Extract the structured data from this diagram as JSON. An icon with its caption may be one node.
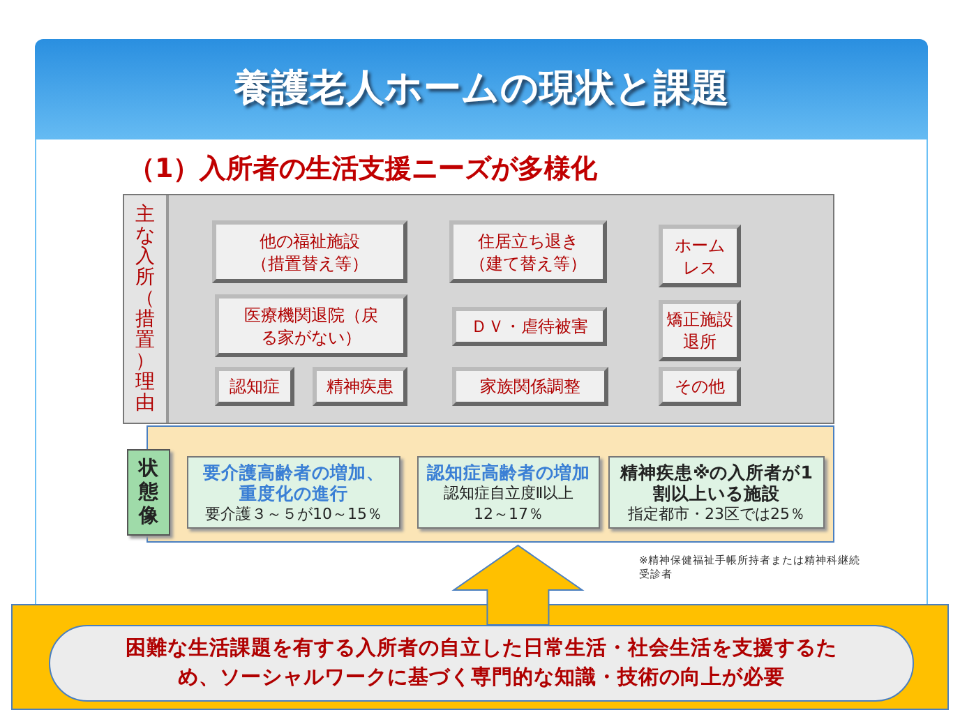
{
  "diagram": {
    "title": "養護老人ホームの現状と課題",
    "nodes": [
      {
        "text": [
          "主な入所（措置）理由"
        ]
      },
      {
        "text": [
          "他の福祉施設（措置替え等）"
        ],
        "in": 0
      },
      {
        "text": [
          "住居立ち退き（建て替え等）"
        ],
        "in": 0
      },
      {
        "text": [
          "ホームレス"
        ],
        "in": 0
      },
      {
        "text": [
          "医療機関退院（戻る家がない）"
        ],
        "in": 0
      },
      {
        "text": [
          "ＤＶ・虐待被害"
        ],
        "in": 0
      },
      {
        "text": [
          "矯正施設退所"
        ],
        "in": 0
      },
      {
        "text": [
          "認知症"
        ],
        "in": 0
      },
      {
        "text": [
          "精神疾患"
        ],
        "in": 0
      },
      {
        "text": [
          "家族関係調整"
        ],
        "in": 0
      },
      {
        "text": [
          "その他"
        ],
        "in": 0
      },
      {
        "text": [
          "状態像"
        ]
      },
      {
        "text": [
          "要介護高齢者の増加、重度化の進行",
          "要介護３～５が10～15％"
        ],
        "in": 11
      },
      {
        "text": [
          "認知症高齢者の増加",
          "認知症自立度Ⅱ以上12～17％"
        ],
        "in": 11
      },
      {
        "text": [
          "**精神疾患**※の入所者が1割以上いる施設",
          "指定都市・23区では25％"
        ],
        "in": 11
      },
      {
        "text": [
          "困難な生活課題を有する入所者の自立した日常生活・社会生活を支援するため、ソーシャルワークに基づく専門的な知識・技術の向上が必要"
        ]
      }
    ],
    "edges": [
      {
        "from": 15,
        "to": 11,
        "arrow": "to",
        "style": "thick",
        "color": "#ffc000"
      }
    ],
    "labels": [
      "（1）入所者の生活支援ニーズが多様化",
      "※精神保健福祉手帳所持者または精神科継続受診者"
    ]
  }
}
